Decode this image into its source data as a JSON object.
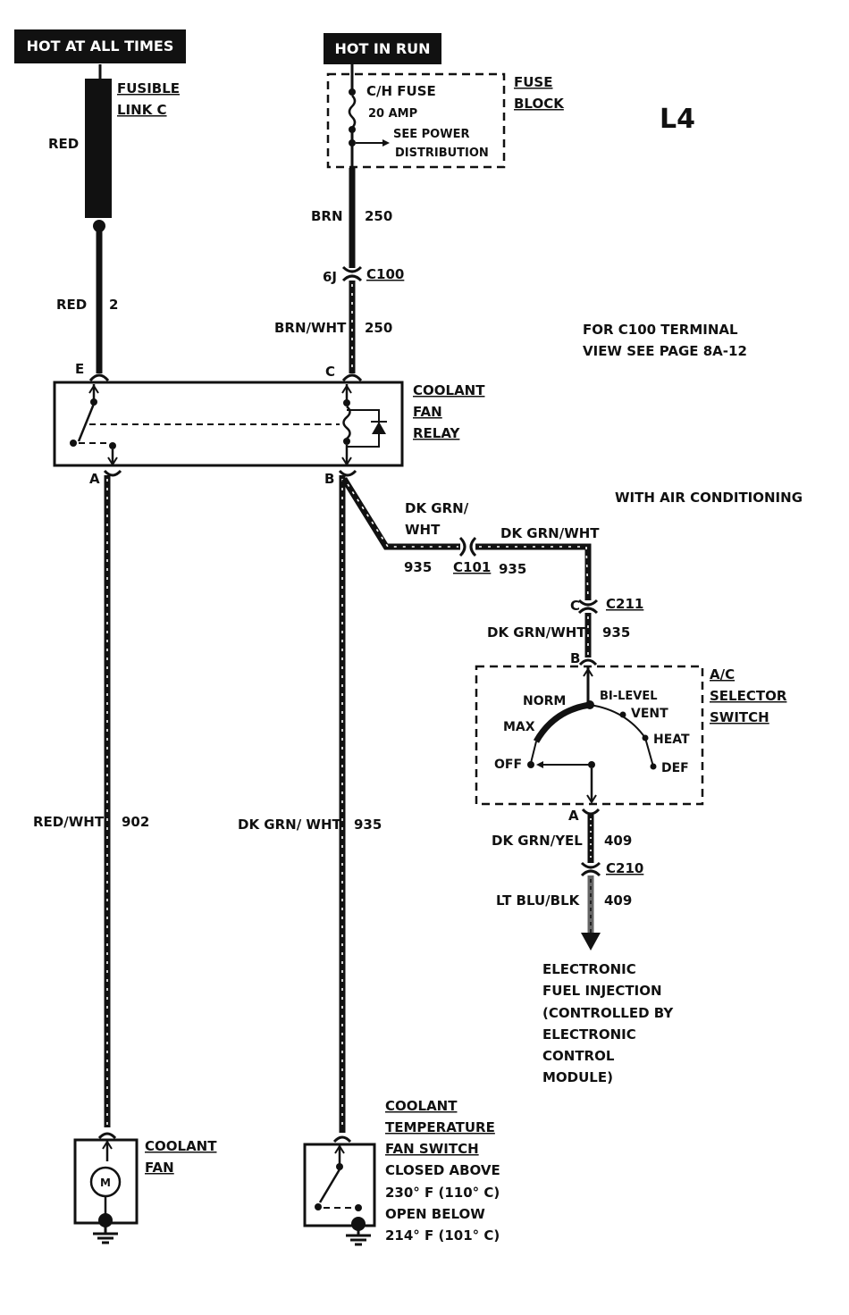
{
  "headers": {
    "hot_at_all_times": "HOT AT ALL TIMES",
    "hot_in_run": "HOT IN RUN"
  },
  "engine_code": "L4",
  "fusible_link": {
    "line1": "FUSIBLE",
    "line2": "LINK C"
  },
  "fuse_block": {
    "title_line1": "FUSE",
    "title_line2": "BLOCK",
    "fuse_name": "C/H FUSE",
    "fuse_rating": "20 AMP",
    "see_line1": "SEE POWER",
    "see_line2": "DISTRIBUTION"
  },
  "c100_note": {
    "line1": "FOR C100 TERMINAL",
    "line2": "VIEW SEE PAGE 8A-12"
  },
  "relay": {
    "line1": "COOLANT",
    "line2": "FAN",
    "line3": "RELAY",
    "pin_e": "E",
    "pin_c": "C",
    "pin_a": "A",
    "pin_b": "B"
  },
  "with_ac": "WITH AIR CONDITIONING",
  "selector_switch": {
    "line1": "A/C",
    "line2": "SELECTOR",
    "line3": "SWITCH",
    "pin_b": "B",
    "pin_a": "A",
    "positions": {
      "norm": "NORM",
      "max": "MAX",
      "off": "OFF",
      "bilevel": "BI-LEVEL",
      "vent": "VENT",
      "heat": "HEAT",
      "def": "DEF"
    }
  },
  "wires": {
    "red_top": "RED",
    "red2_color": "RED",
    "red2_num": "2",
    "brn_color": "BRN",
    "brn_num": "250",
    "brnwht_color": "BRN/WHT",
    "brnwht_num": "250",
    "redwht_color": "RED/WHT",
    "redwht_num": "902",
    "dkgrnwht_color": "DK GRN/ WHT",
    "dkgrnwht_num": "935",
    "dkgrn_b_line1": "DK GRN/",
    "dkgrn_b_line2": "WHT",
    "dkgrn_b_num": "935",
    "dkgrn_c101_color": "DK GRN/WHT",
    "dkgrn_c101_num": "935",
    "dkgrn_c211_color": "DK GRN/WHT",
    "dkgrn_c211_num": "935",
    "dkgrnyel_color": "DK GRN/YEL",
    "dkgrnyel_num": "409",
    "ltblublk_color": "LT BLU/BLK",
    "ltblublk_num": "409"
  },
  "connectors": {
    "c100": "C100",
    "c100_pin": "6J",
    "c101": "C101",
    "c211": "C211",
    "c211_pin": "C",
    "c210": "C210"
  },
  "efi": {
    "line1": "ELECTRONIC",
    "line2": "FUEL INJECTION",
    "line3": "(CONTROLLED BY",
    "line4": "ELECTRONIC",
    "line5": "CONTROL",
    "line6": "MODULE)"
  },
  "coolant_fan": {
    "line1": "COOLANT",
    "line2": "FAN",
    "motor": "M"
  },
  "temp_switch": {
    "line1": "COOLANT",
    "line2": "TEMPERATURE",
    "line3": "FAN SWITCH",
    "line4": "CLOSED ABOVE",
    "line5": "230° F (110° C)",
    "line6": "OPEN BELOW",
    "line7": "214° F (101° C)"
  }
}
